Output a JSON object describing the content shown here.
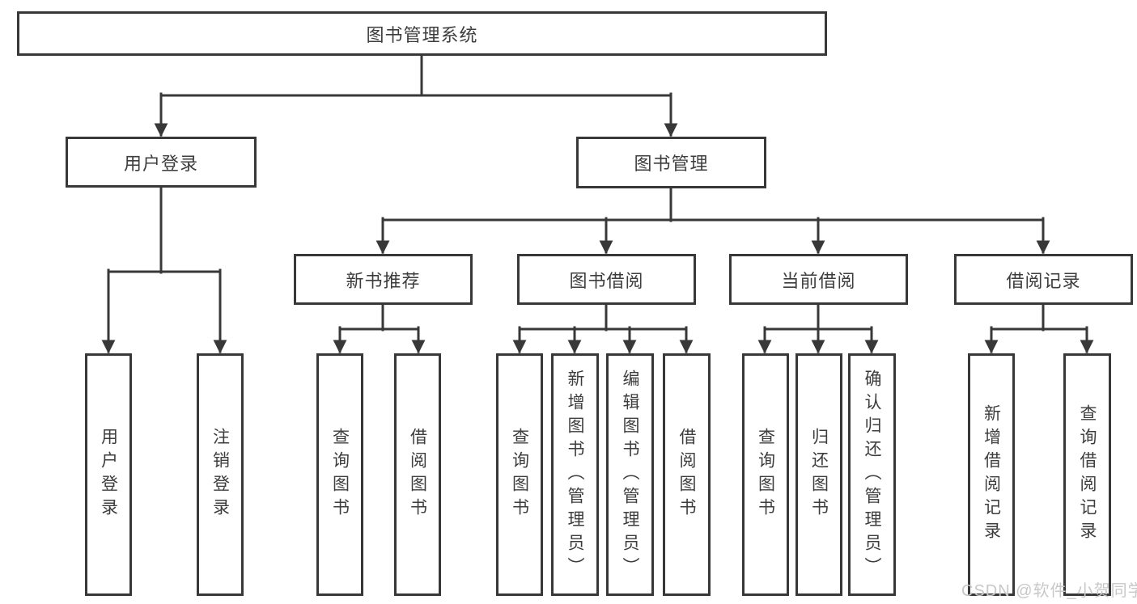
{
  "diagram_title": "图书管理系统",
  "nodes": {
    "root": "图书管理系统",
    "level2": {
      "user_login": "用户登录",
      "book_management": "图书管理"
    },
    "level3": {
      "new_book_recommend": "新书推荐",
      "book_borrowing": "图书借阅",
      "current_borrowing": "当前借阅",
      "borrowing_records": "借阅记录"
    },
    "leaves": {
      "user_login": "用户登录",
      "logout": "注销登录",
      "recommend_query_books": "查询图书",
      "recommend_borrow_books": "借阅图书",
      "borrowing_query_books": "查询图书",
      "borrowing_add_books": "新增图书（管理员）",
      "borrowing_edit_books": "编辑图书（管理员）",
      "borrowing_borrow_books": "借阅图书",
      "current_query_books": "查询图书",
      "current_return_books": "归还图书",
      "current_confirm_return": "确认归还（管理员）",
      "records_add_record": "新增借阅记录",
      "records_query_record": "查询借阅记录"
    }
  },
  "watermark": "CSDN @软件_小贺同学",
  "colors": {
    "line": "#383838",
    "text": "#3d3d3d",
    "watermark": "#c8c8c8",
    "background": "#ffffff"
  }
}
